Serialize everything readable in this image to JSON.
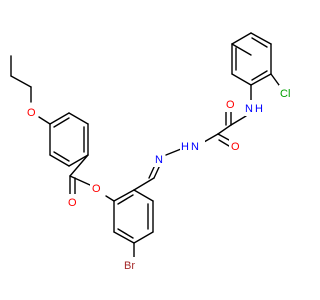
{
  "molecule": {
    "atoms": {
      "nh": {
        "text": "N",
        "sub": "H"
      },
      "cl": {
        "text": "Cl"
      },
      "o_amide1": {
        "text": "O"
      },
      "o_amide2": {
        "text": "O"
      },
      "n_hydrazide": {
        "text": "N"
      },
      "h_hydrazide": {
        "text": "H"
      },
      "n_imine": {
        "text": "N"
      },
      "o_ether": {
        "text": "O"
      },
      "o_carbonyl": {
        "text": "O"
      },
      "o_ester": {
        "text": "O"
      },
      "br": {
        "text": "Br"
      }
    },
    "colors": {
      "bond": "#000000",
      "N": "#0000ff",
      "O": "#ff0000",
      "Cl": "#00a000",
      "Br": "#a52a2a",
      "text": "#000000"
    }
  }
}
